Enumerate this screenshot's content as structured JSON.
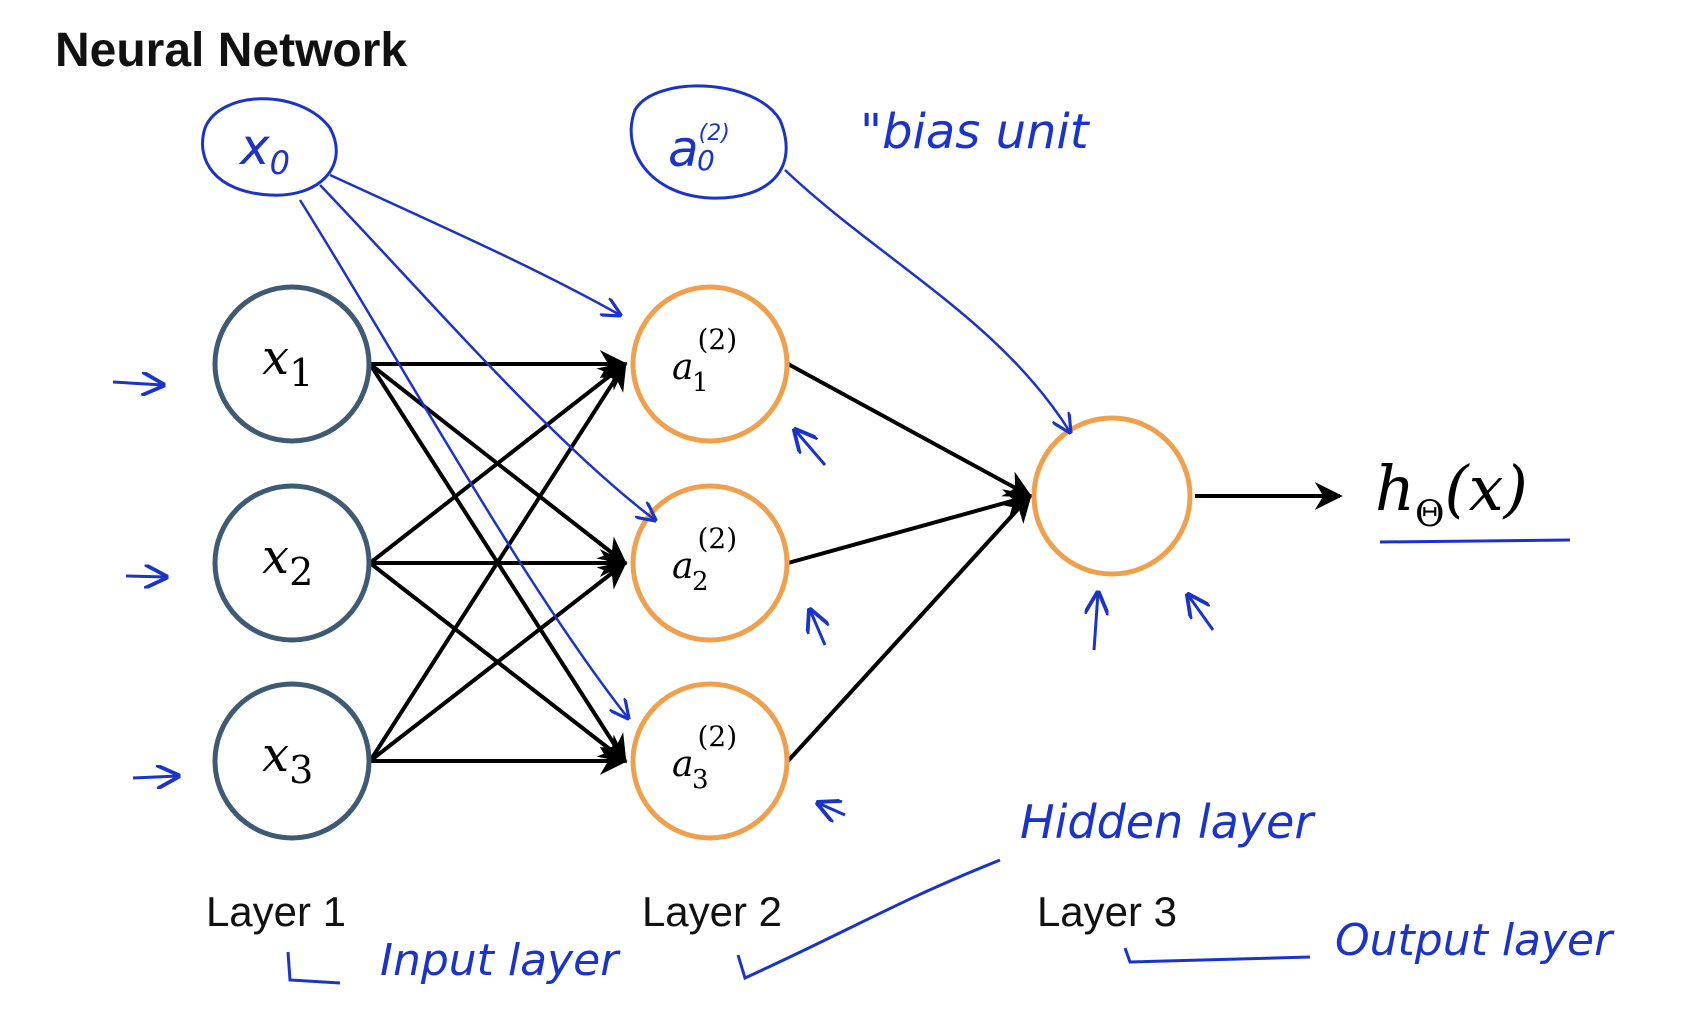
{
  "title": "Neural Network",
  "colors": {
    "ink": "#000000",
    "input_node": "#3f5a73",
    "hidden_node": "#f0a04b",
    "annotation": "#1a33cc"
  },
  "nodes": {
    "input": [
      {
        "var": "x",
        "sub": "1"
      },
      {
        "var": "x",
        "sub": "2"
      },
      {
        "var": "x",
        "sub": "3"
      }
    ],
    "hidden": [
      {
        "var": "a",
        "sub": "1",
        "sup": "(2)"
      },
      {
        "var": "a",
        "sub": "2",
        "sup": "(2)"
      },
      {
        "var": "a",
        "sub": "3",
        "sup": "(2)"
      }
    ],
    "output_label": {
      "var": "h",
      "sub": "Θ",
      "arg": "(x)"
    }
  },
  "bias": {
    "input": {
      "var": "x",
      "sub": "0"
    },
    "hidden": {
      "var": "a",
      "sub": "0",
      "sup": "(2)"
    },
    "note": "\"bias unit"
  },
  "layers": [
    "Layer 1",
    "Layer 2",
    "Layer 3"
  ],
  "annotations": {
    "input_layer": "Input layer",
    "hidden_layer": "Hidden layer",
    "output_layer": "Output layer"
  }
}
